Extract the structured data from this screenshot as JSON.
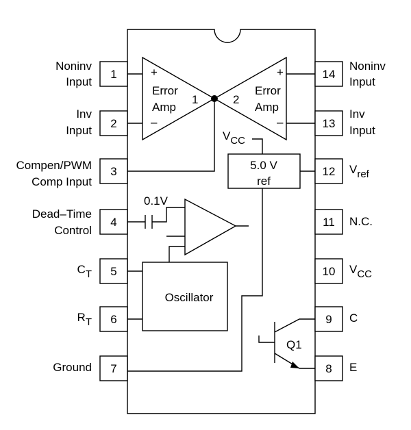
{
  "left_pins": [
    {
      "num": "1",
      "label": [
        "Noninv",
        "Input"
      ]
    },
    {
      "num": "2",
      "label": [
        "Inv",
        "Input"
      ]
    },
    {
      "num": "3",
      "label": [
        "Compen/PWM",
        "Comp Input"
      ]
    },
    {
      "num": "4",
      "label": [
        "Dead–Time",
        "Control"
      ]
    },
    {
      "num": "5",
      "label_main": "C",
      "label_sub": "T"
    },
    {
      "num": "6",
      "label_main": "R",
      "label_sub": "T"
    },
    {
      "num": "7",
      "label": [
        "Ground"
      ]
    }
  ],
  "right_pins": [
    {
      "num": "14",
      "label": [
        "Noninv",
        "Input"
      ]
    },
    {
      "num": "13",
      "label": [
        "Inv",
        "Input"
      ]
    },
    {
      "num": "12",
      "label_main": "V",
      "label_sub": "ref"
    },
    {
      "num": "11",
      "label": [
        "N.C."
      ]
    },
    {
      "num": "10",
      "label_main": "V",
      "label_sub": "CC"
    },
    {
      "num": "9",
      "label": [
        "C"
      ]
    },
    {
      "num": "8",
      "label": [
        "E"
      ]
    }
  ],
  "error_amp_1": {
    "line1": "Error",
    "line2": "Amp",
    "plus": "+",
    "minus": "–",
    "index": "1"
  },
  "error_amp_2": {
    "line1": "Error",
    "line2": "Amp",
    "plus": "+",
    "minus": "–",
    "index": "2"
  },
  "vcc_label": {
    "main": "V",
    "sub": "CC"
  },
  "ref_box": {
    "line1": "5.0 V",
    "line2": "ref"
  },
  "capacitor_label": "0.1V",
  "oscillator_label": "Oscillator",
  "transistor_label": "Q1"
}
